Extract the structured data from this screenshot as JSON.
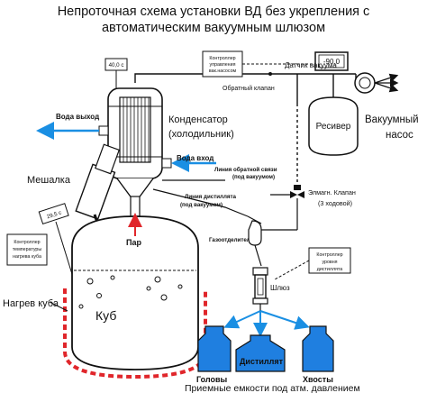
{
  "title_line1": "Непроточная схема установки ВД без укрепления с",
  "title_line2": "автоматическим вакуумным шлюзом",
  "labels": {
    "condenser_temp": "40,0 с",
    "controller_vac": "Контроллер управления вак.насосом",
    "vac_display": "-90,0",
    "vac_sensor": "Датчик вакуума",
    "check_valve": "Обратный клапан",
    "vacuum_pump": "Вакуумный насос",
    "receiver": "Ресивер",
    "water_out": "Вода выход",
    "water_in": "Вода вход",
    "condenser": "Конденсатор (холодильник)",
    "mixer": "Мешалка",
    "return_line": "Линия обратной связи (под вакуумом)",
    "distillate_line": "Линия дистиллята (под вакуумом)",
    "solenoid": "Элмагн. Клапан (3 ходовой)",
    "kettle_temp": "29,5 с",
    "controller_temp": "Контроллер температуры нагрева куба",
    "vapor": "Пар",
    "gas_separator": "Газоотделитель",
    "controller_level": "Контроллер уровня дистиллята",
    "lock": "Шлюз",
    "kettle_heating": "Нагрев куба",
    "kettle": "Куб",
    "distillate": "Дистиллят",
    "heads": "Головы",
    "tails": "Хвосты",
    "receiving_tanks": "Приемные емкости под атм. давлением"
  },
  "colors": {
    "water_arrow": "#1a8fe3",
    "tank_liquid": "#1f7fe0",
    "heater": "#e0262b",
    "vapor_arrow": "#e0262b"
  }
}
